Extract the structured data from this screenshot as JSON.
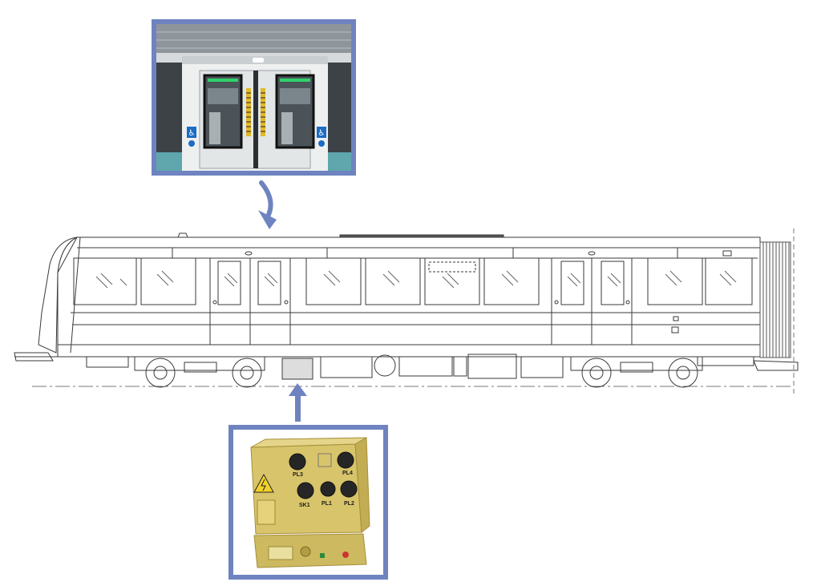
{
  "figure": {
    "accent_color": "#6f83c0",
    "door_callout": {
      "subject": "train-door-photo",
      "icons": [
        "wheelchair-icon",
        "wheelchair-icon"
      ]
    },
    "equipment_callout": {
      "subject": "electrical-junction-box-photo",
      "connector_labels": [
        "PL3",
        "PL4",
        "SK1",
        "PL1",
        "PL2"
      ],
      "warning_icon": "high-voltage-icon"
    },
    "arrows": [
      "curved-arrow-down",
      "straight-arrow-up"
    ],
    "drawing": "metro-car-side-elevation"
  }
}
